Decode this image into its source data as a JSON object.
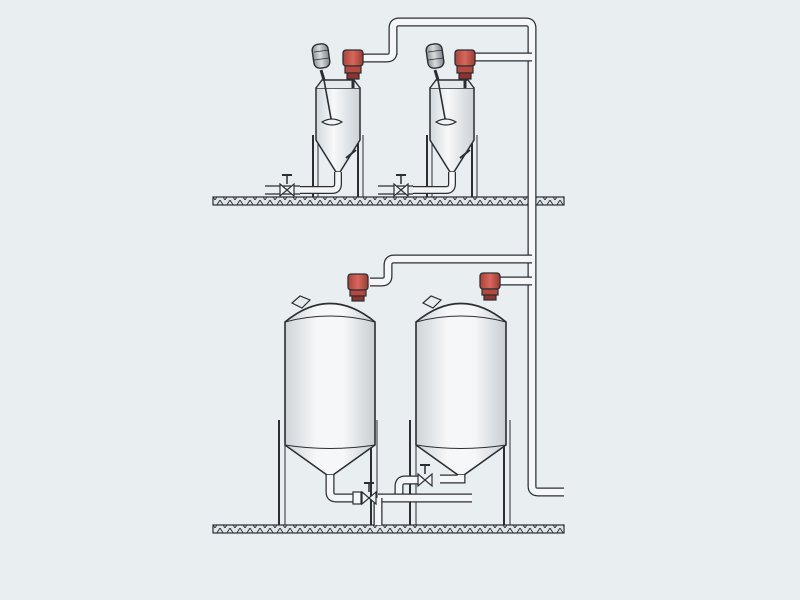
{
  "diagram": {
    "kind": "process-equipment-schematic",
    "colors": {
      "background": "#e9eef1",
      "stroke": "#2b2f33",
      "vessel_light": "#f6f7f8",
      "vessel_dark": "#cfd4d8",
      "floor_fill": "#dfe4e8",
      "pump_red": "#d0554b",
      "pump_dark": "#7a2b25",
      "motor_grey": "#9aa1a7"
    },
    "floors": [
      {
        "name": "upper-floor-deck"
      },
      {
        "name": "lower-floor-deck"
      }
    ],
    "upper_mixers": [
      {
        "name": "mixing-tank-1"
      },
      {
        "name": "mixing-tank-2"
      }
    ],
    "lower_tanks": [
      {
        "name": "storage-tank-1"
      },
      {
        "name": "storage-tank-2"
      }
    ],
    "pumps": [
      {
        "name": "transfer-pump-1"
      },
      {
        "name": "transfer-pump-2"
      },
      {
        "name": "transfer-pump-3"
      },
      {
        "name": "transfer-pump-4"
      }
    ],
    "valves": [
      {
        "name": "outlet-valve-mixer-1"
      },
      {
        "name": "outlet-valve-mixer-2"
      },
      {
        "name": "outlet-valve-tank-1"
      },
      {
        "name": "outlet-valve-tank-2"
      }
    ]
  }
}
